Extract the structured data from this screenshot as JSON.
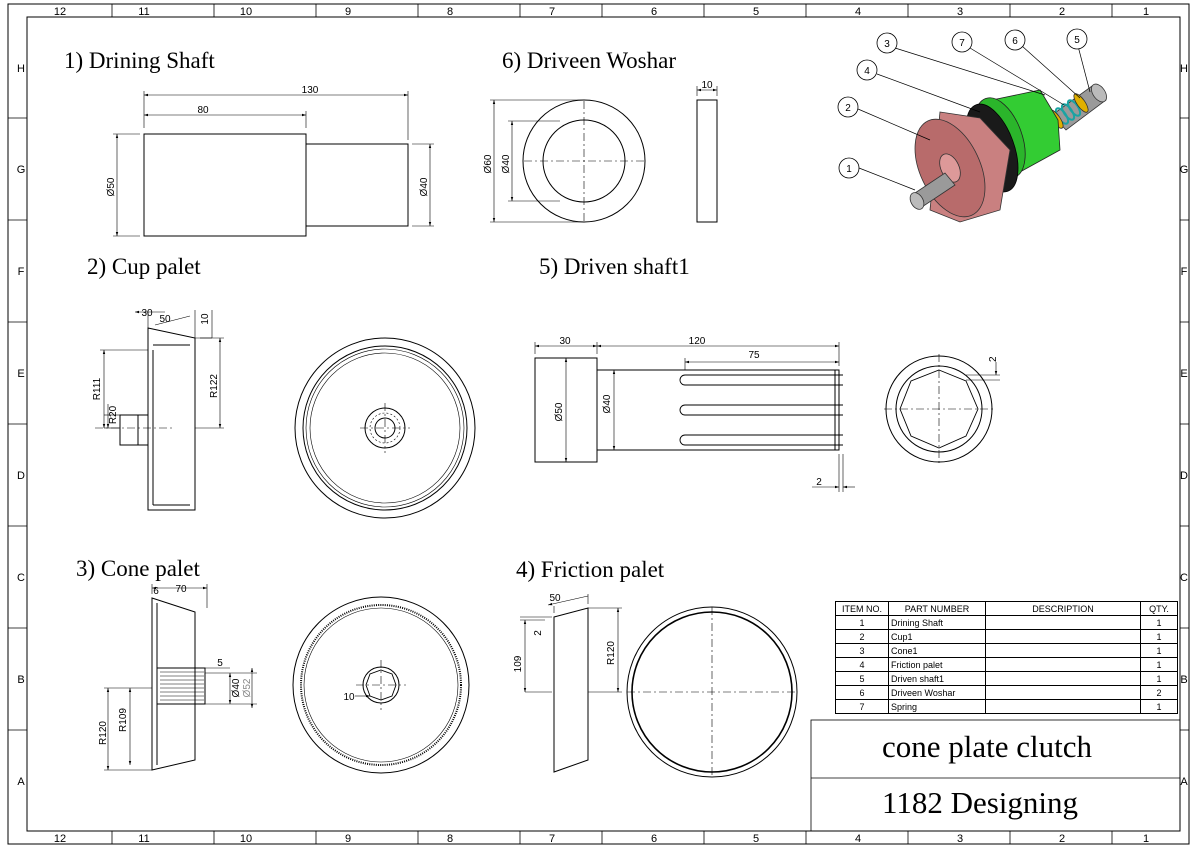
{
  "border": {
    "columns": [
      "12",
      "11",
      "10",
      "9",
      "8",
      "7",
      "6",
      "5",
      "4",
      "3",
      "2",
      "1"
    ],
    "rows": [
      "H",
      "G",
      "F",
      "E",
      "D",
      "C",
      "B",
      "A"
    ]
  },
  "views": {
    "drining_shaft": {
      "title": "1) Drining Shaft",
      "dims": [
        "130",
        "80",
        "Ø50",
        "Ø40"
      ]
    },
    "driveen_woshar": {
      "title": "6) Driveen Woshar",
      "dims": [
        "Ø60",
        "Ø40",
        "10"
      ]
    },
    "cup_palet": {
      "title": "2) Cup palet",
      "dims": [
        "30",
        "50",
        "10",
        "R111",
        "R122",
        "R20"
      ]
    },
    "driven_shaft": {
      "title": "5) Driven shaft1",
      "dims": [
        "30",
        "120",
        "75",
        "Ø50",
        "Ø40",
        "2",
        "2"
      ]
    },
    "cone_palet": {
      "title": "3) Cone palet",
      "dims": [
        "6",
        "70",
        "5",
        "Ø40",
        "Ø52",
        "R109",
        "R120",
        "10"
      ]
    },
    "friction_palet": {
      "title": "4) Friction palet",
      "dims": [
        "50",
        "2",
        "109",
        "R120"
      ]
    }
  },
  "balloons": [
    "1",
    "2",
    "3",
    "4",
    "5",
    "6",
    "7"
  ],
  "bom": {
    "headers": [
      "ITEM NO.",
      "PART NUMBER",
      "DESCRIPTION",
      "QTY."
    ],
    "rows": [
      {
        "item": "1",
        "part": "Drining Shaft",
        "desc": "",
        "qty": "1"
      },
      {
        "item": "2",
        "part": "Cup1",
        "desc": "",
        "qty": "1"
      },
      {
        "item": "3",
        "part": "Cone1",
        "desc": "",
        "qty": "1"
      },
      {
        "item": "4",
        "part": "Friction palet",
        "desc": "",
        "qty": "1"
      },
      {
        "item": "5",
        "part": "Driven shaft1",
        "desc": "",
        "qty": "1"
      },
      {
        "item": "6",
        "part": "Driveen Woshar",
        "desc": "",
        "qty": "2"
      },
      {
        "item": "7",
        "part": "Spring",
        "desc": "",
        "qty": "1"
      }
    ]
  },
  "title_block": {
    "title": "cone plate clutch",
    "subtitle": "1182 Designing"
  },
  "colors": {
    "cup": "#c98080",
    "friction": "#1a1a1a",
    "cone": "#33cc33",
    "shaft": "#9a9a9a"
  }
}
